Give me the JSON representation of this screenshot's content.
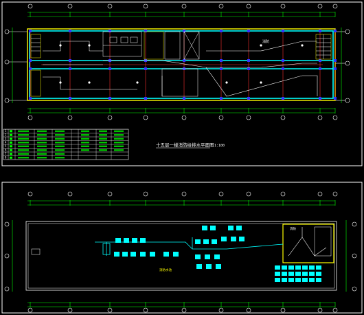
{
  "colors": {
    "background": "#000000",
    "frame": "#ffffff",
    "wall": "#ffff00",
    "axis": "#ff3030",
    "beam": "#00ffff",
    "pipe": "#00ffff",
    "grid": "#00ff00",
    "column": "#3333ff",
    "equipment": "#00ffff",
    "text": "#ffffff"
  },
  "plan_top": {
    "title": "十五层一楼消防给排水平面图",
    "scale": "1:100",
    "room_label": "消防",
    "legend": {
      "rows": [
        {
          "id": "1"
        },
        {
          "id": "2"
        },
        {
          "id": "3"
        },
        {
          "id": "4"
        },
        {
          "id": "5"
        },
        {
          "id": "6"
        },
        {
          "id": "7"
        },
        {
          "id": "8"
        }
      ]
    }
  },
  "plan_bottom": {
    "room_label": "消防",
    "area_label": "消防水池"
  }
}
